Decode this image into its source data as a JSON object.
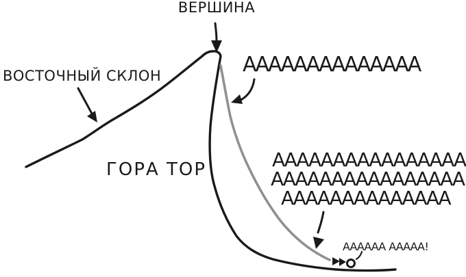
{
  "palette": {
    "ink": "#1a1a1a",
    "trajectory_gray": "#909090",
    "background": "#ffffff"
  },
  "labels": {
    "summit": "ВЕРШИНА",
    "east_slope": "ВОСТОЧНЫЙ СКЛОН",
    "mountain_name": "ГОРА ТОР",
    "scream_top": "АААААААААААААА",
    "scream_block_line1": "АААААААААААААААА",
    "scream_block_line2": "АААААААААААААААА",
    "scream_block_line3": "АААААААААААААА",
    "scream_small": "АААААА ААААА!"
  }
}
